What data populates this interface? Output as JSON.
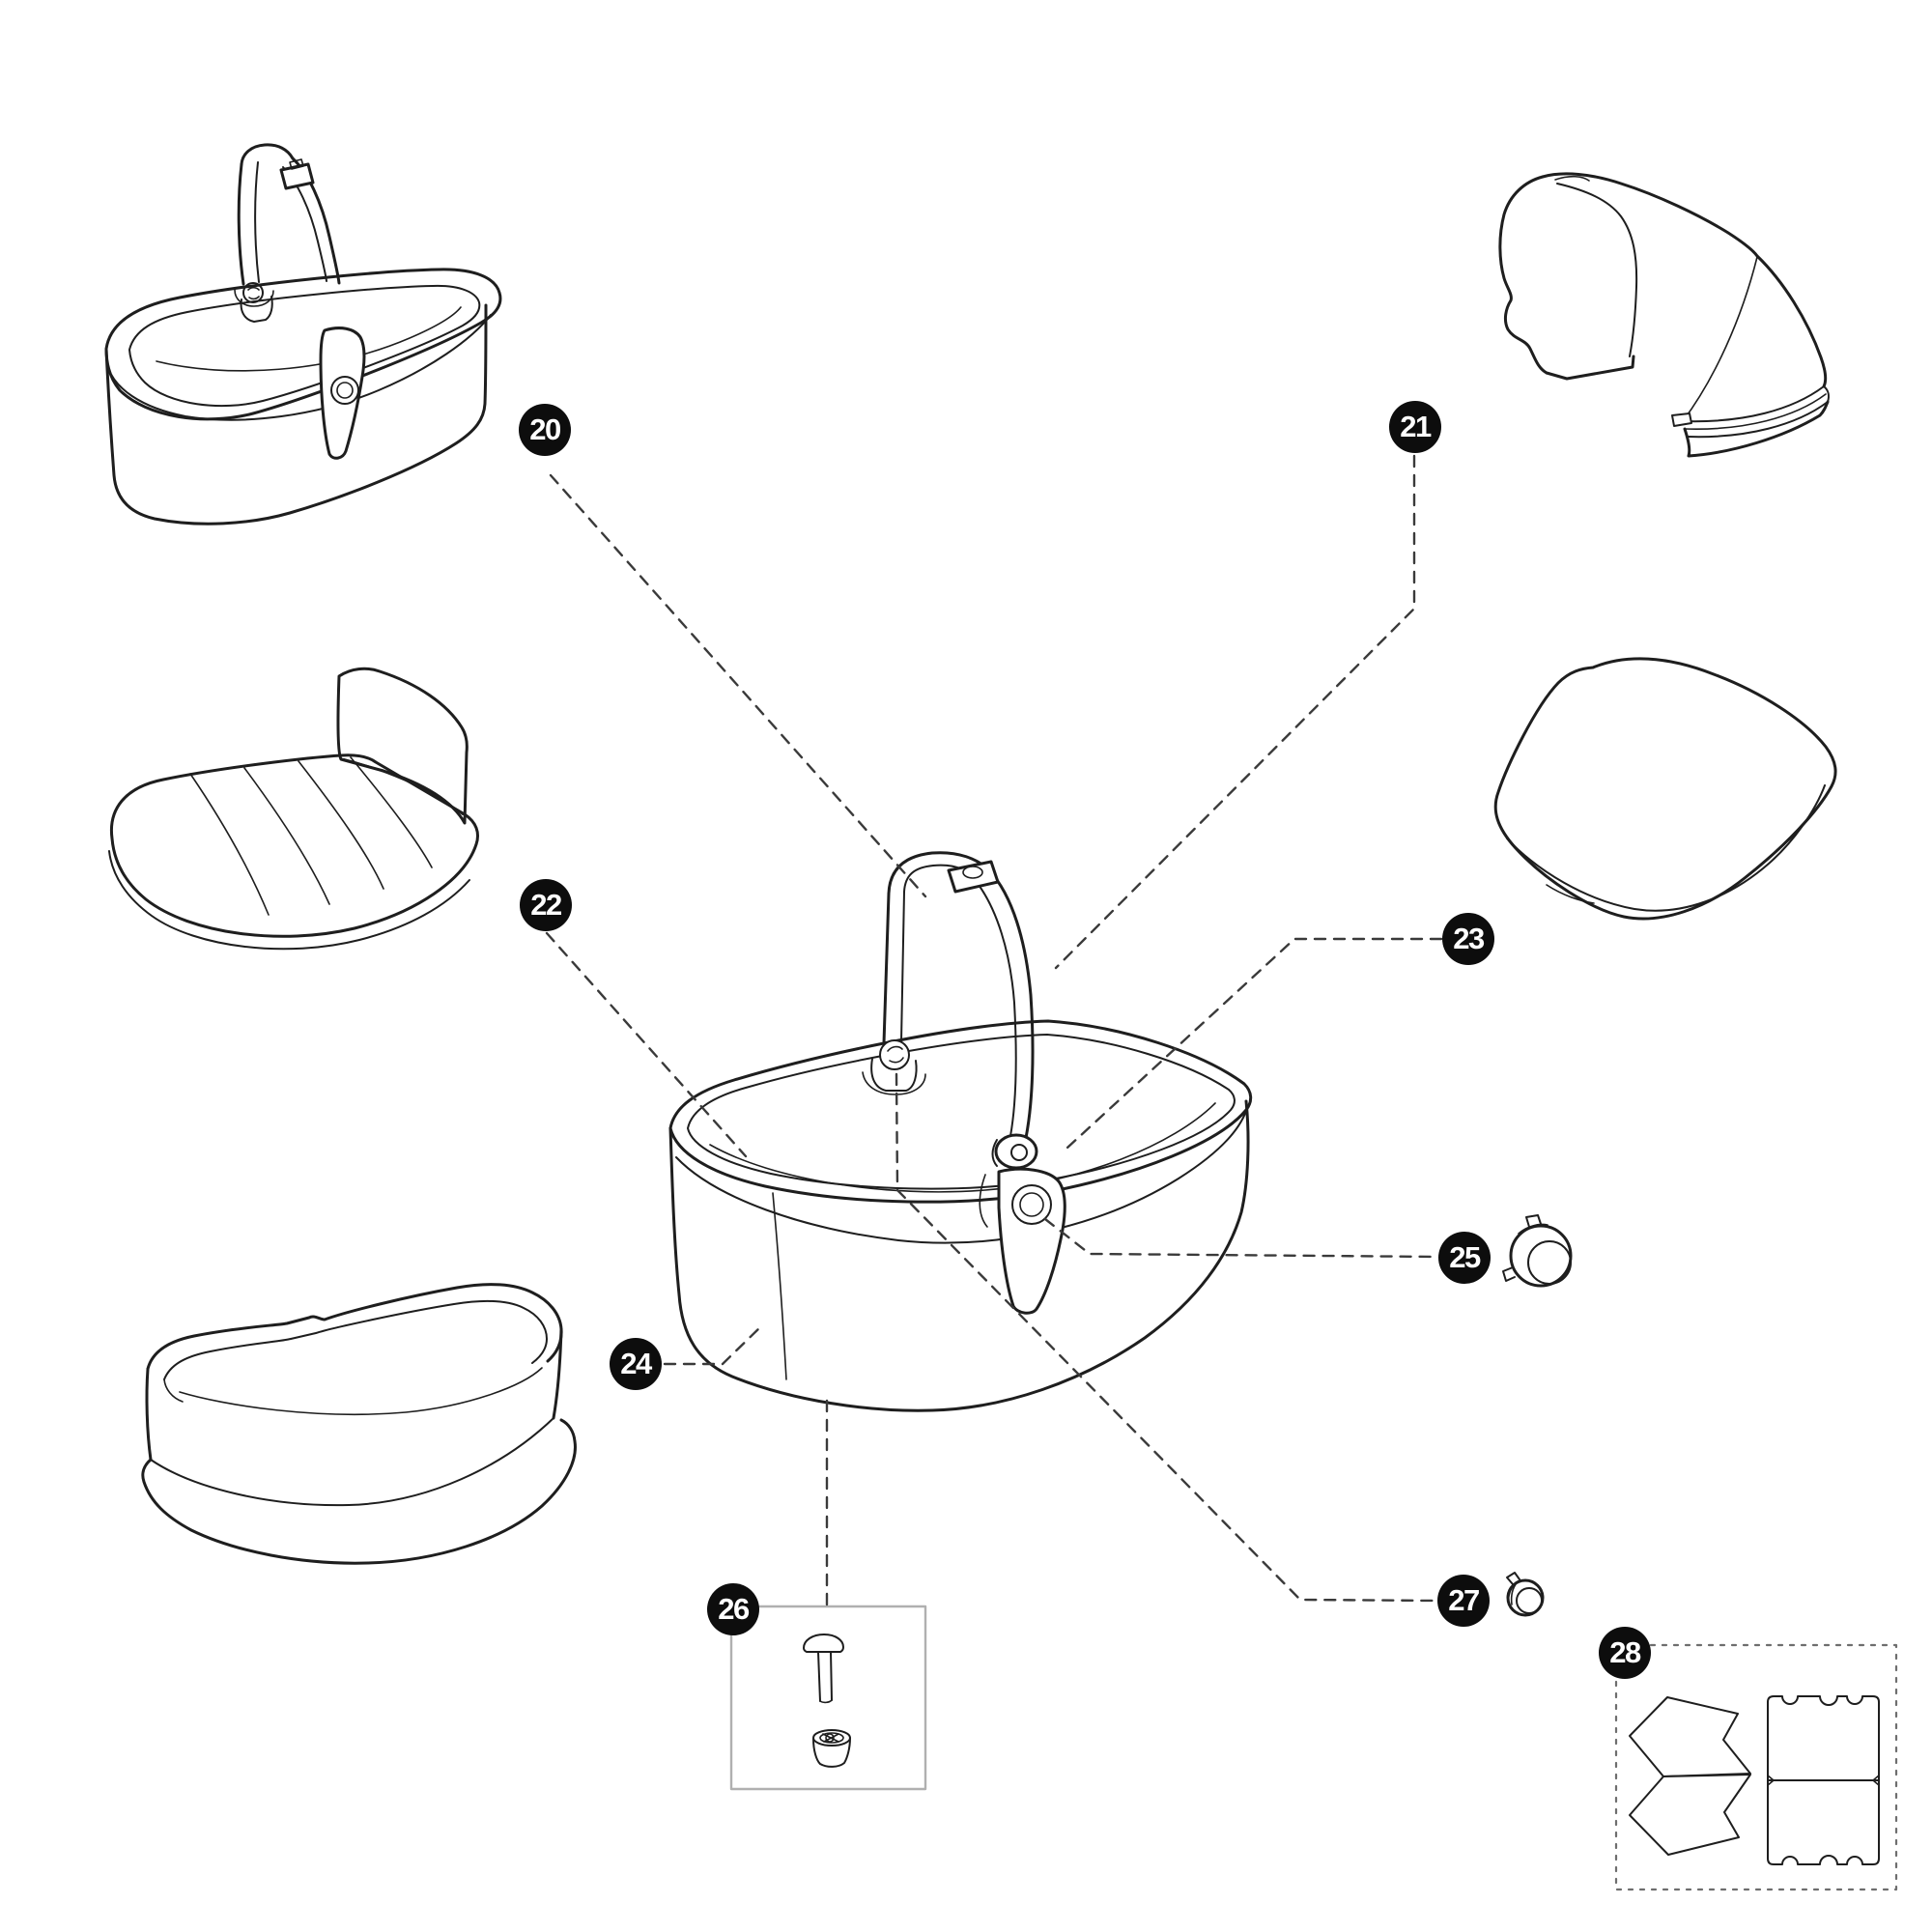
{
  "diagram": {
    "kind": "exploded spare-parts diagram",
    "colors": {
      "background": "#ffffff",
      "line": "#1e1e1e",
      "connector": "#3a3a3a",
      "badge_background": "#0d0d0d",
      "badge_number": "#ffffff",
      "kit_box_border": "#b0b0b0",
      "dotted_box_border": "#6e6e6e"
    }
  },
  "parts": [
    {
      "number": "20",
      "icon": "carrycot-complete-drawing"
    },
    {
      "number": "21",
      "icon": "canopy-hood-drawing"
    },
    {
      "number": "22",
      "icon": "mattress-with-backrest-drawing"
    },
    {
      "number": "23",
      "icon": "mattress-pad-drawing"
    },
    {
      "number": "24",
      "icon": "fabric-tub-liner-drawing"
    },
    {
      "number": "25",
      "icon": "pivot-cap-drawing"
    },
    {
      "number": "26",
      "icon": "rivet-and-plug-kit-drawing"
    },
    {
      "number": "27",
      "icon": "hinge-button-drawing"
    },
    {
      "number": "28",
      "icon": "fabric-panel-set-drawing"
    }
  ]
}
